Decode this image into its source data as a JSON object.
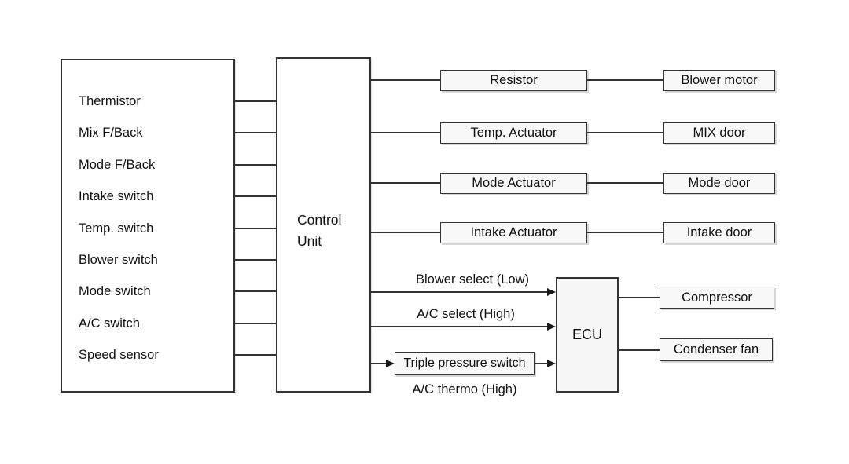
{
  "diagram": {
    "inputs": [
      "Thermistor",
      "Mix F/Back",
      "Mode F/Back",
      "Intake switch",
      "Temp. switch",
      "Blower switch",
      "Mode switch",
      "A/C switch",
      "Speed sensor"
    ],
    "control_unit": {
      "line1": "Control",
      "line2": "Unit"
    },
    "actuator_rows": [
      {
        "actuator": "Resistor",
        "output": "Blower motor"
      },
      {
        "actuator": "Temp. Actuator",
        "output": "MIX door"
      },
      {
        "actuator": "Mode Actuator",
        "output": "Mode door"
      },
      {
        "actuator": "Intake Actuator",
        "output": "Intake door"
      }
    ],
    "ecu": {
      "label": "ECU",
      "signal1": "Blower select (Low)",
      "signal2": "A/C select (High)",
      "signal3_box": "Triple pressure switch",
      "signal3_label": "A/C thermo (High)",
      "outputs": [
        "Compressor",
        "Condenser fan"
      ]
    },
    "colors": {
      "line": "#333333",
      "box_border": "#333333",
      "box_fill": "#f8f8f8",
      "text": "#111111",
      "background": "#ffffff"
    }
  }
}
